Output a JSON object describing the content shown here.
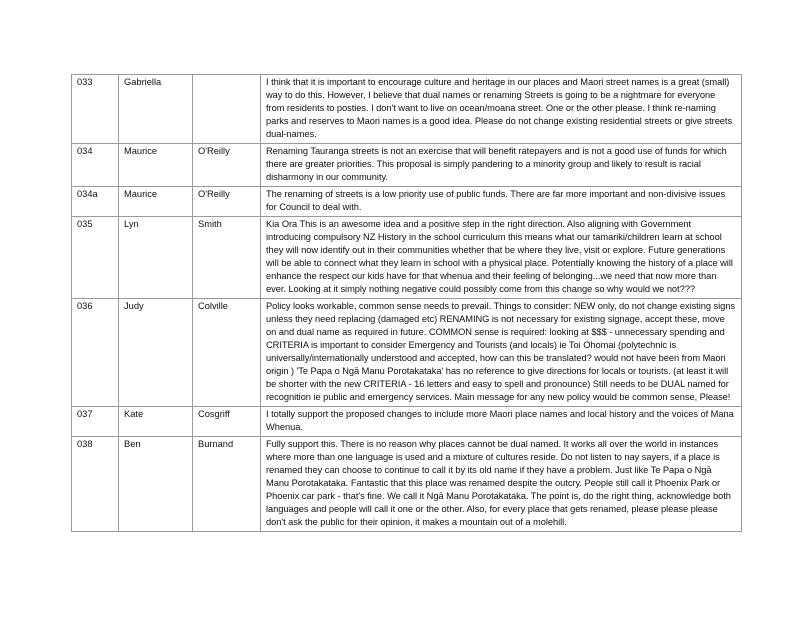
{
  "rows": [
    {
      "id": "033",
      "first": "Gabriella",
      "last": "",
      "comment": "I think that it is important to encourage culture and heritage in our places and Maori street names is a great (small) way to do this. However, I believe that dual names or renaming Streets is going to be a nightmare for everyone from residents to posties. I don't want to live on ocean/moana street. One or the other please. I think re-naming parks and reserves to Maori names is a good idea. Please do not change existing residential streets or give streets dual-names."
    },
    {
      "id": "034",
      "first": "Maurice",
      "last": "O'Reilly",
      "comment": "Renaming Tauranga streets is not an exercise that will benefit ratepayers and is not a good use of funds for which there are greater priorities. This proposal is simply pandering to a minority group and likely to result is racial disharmony in our community."
    },
    {
      "id": "034a",
      "first": "Maurice",
      "last": "O'Reilly",
      "comment": "The renaming of streets is a low priority use of public funds. There are far more important and non-divisive issues for Council to deal with."
    },
    {
      "id": "035",
      "first": "Lyn",
      "last": "Smith",
      "comment": "Kia Ora This is an awesome idea and a positive step in the right direction. Also aligning with Government introducing compulsory NZ History in the school curriculum this means what our tamariki/children learn at school they will now identify out in their communities whether that be where they live, visit or explore. Future generations will be able to connect what they learn in school with a physical place. Potentially knowing the history of a place will enhance the respect our kids have for that whenua and their feeling of belonging...we need that now more than ever. Looking at it simply nothing negative could possibly come from this change so why would we not???"
    },
    {
      "id": "036",
      "first": "Judy",
      "last": "Colville",
      "comment": "Policy looks workable, common sense needs to prevail. Things to consider: NEW only, do not change existing signs unless they need replacing (damaged etc) RENAMING is not necessary for existing signage, accept these, move on and dual name as required in future. COMMON sense is required: looking at $$$ - unnecessary spending and CRITERIA is important to consider Emergency and Tourists (and locals) ie Toi Ohomai (polytechnic is universally/internationally understood and accepted, how can this be translated? would not have been from Maori origin ) 'Te Papa o Ngā Manu Porotakataka' has no reference to give directions for locals or tourists. (at least it will be shorter with the new CRITERIA - 16 letters and easy to spell and pronounce) Still needs to be DUAL named for recognition ie public and emergency services. Main message for any new policy would be common sense, Please!"
    },
    {
      "id": "037",
      "first": "Kate",
      "last": "Cosgriff",
      "comment": "I totally support the proposed changes to include more Maori place names and local history and the voices of Mana Whenua."
    },
    {
      "id": "038",
      "first": "Ben",
      "last": "Burnand",
      "comment": "Fully support this. There is no reason why places cannot be dual named. It works all over the world in instances where more than one language is used and a mixture of cultures reside. Do not listen to nay sayers, if a place is renamed they can choose to continue to call it by its old name if they have a problem. Just like Te Papa o Ngā Manu Porotakataka. Fantastic that this place was renamed despite the outcry. People still call it Phoenix Park or Phoenix car park - that's fine. We call it Ngā Manu Porotakataka. The point is, do the right thing, acknowledge both languages and people will call it one or the other. Also, for every place that gets renamed, please please please don't ask the public for their opinion, it makes a mountain out of a molehill."
    }
  ]
}
